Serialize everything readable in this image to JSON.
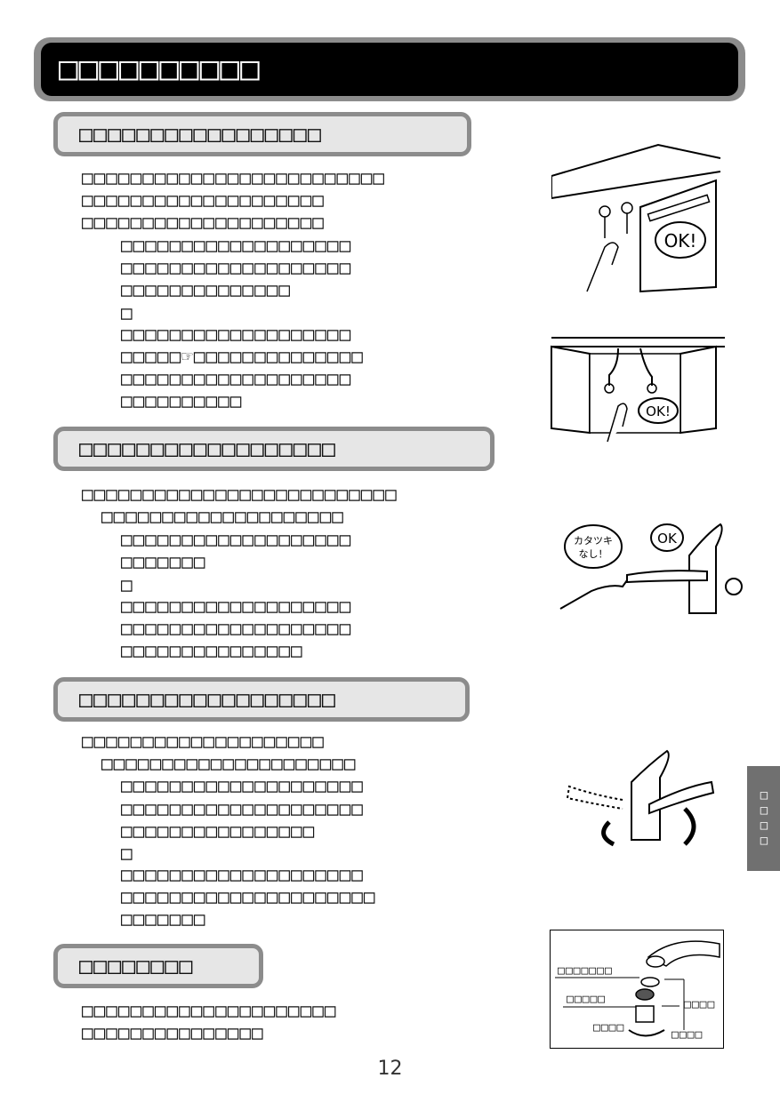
{
  "header": {
    "title": "□□□□□□□□□□"
  },
  "sections": [
    {
      "heading": "□□□□□□□□□□□□□□□□□",
      "lines": [
        "□□□□□□□□□□□□□□□□□□□□□□□□□",
        "□□□□□□□□□□□□□□□□□□□□",
        "□□□□□□□□□□□□□□□□□□□□",
        "□□□□□□□□□□□□□□□□□□□",
        "□□□□□□□□□□□□□□□□□□□",
        "□□□□□□□□□□□□□□",
        "□",
        "□□□□□□□□□□□□□□□□□□□",
        "□□□□□☞□□□□□□□□□□□□□□",
        "□□□□□□□□□□□□□□□□□□□",
        "□□□□□□□□□□"
      ]
    },
    {
      "heading": "□□□□□□□□□□□□□□□□□□",
      "lines": [
        "□□□□□□□□□□□□□□□□□□□□□□□□□□",
        "□□□□□□□□□□□□□□□□□□□□",
        "□□□□□□□□□□□□□□□□□□□",
        "□□□□□□□",
        "□",
        "□□□□□□□□□□□□□□□□□□□",
        "□□□□□□□□□□□□□□□□□□□",
        "□□□□□□□□□□□□□□□"
      ]
    },
    {
      "heading": "□□□□□□□□□□□□□□□□□□",
      "lines": [
        "□□□□□□□□□□□□□□□□□□□□",
        "□□□□□□□□□□□□□□□□□□□□□",
        "□□□□□□□□□□□□□□□□□□□□",
        "□□□□□□□□□□□□□□□□□□□□",
        "□□□□□□□□□□□□□□□□",
        "□",
        "□□□□□□□□□□□□□□□□□□□□",
        "□□□□□□□□□□□□□□□□□□□□□",
        "□□□□□□□"
      ]
    },
    {
      "heading": "□□□□□□□□",
      "lines": [
        "□□□□□□□□□□□□□□□□□□□□□",
        "□□□□□□□□□□□□□□□"
      ]
    }
  ],
  "illustrations": {
    "ok_bubble_1": "OK!",
    "ok_bubble_2": "OK!",
    "speech_bubble_no_rattle": "カタツキ\nなし！",
    "speech_bubble_ok": "OK",
    "aerator_labels": [
      "□□□□□□□",
      "□□□□□",
      "□□□□",
      "□□□□",
      "□□□□"
    ]
  },
  "side_tab": {
    "label": "□□□□"
  },
  "page_number": "12"
}
